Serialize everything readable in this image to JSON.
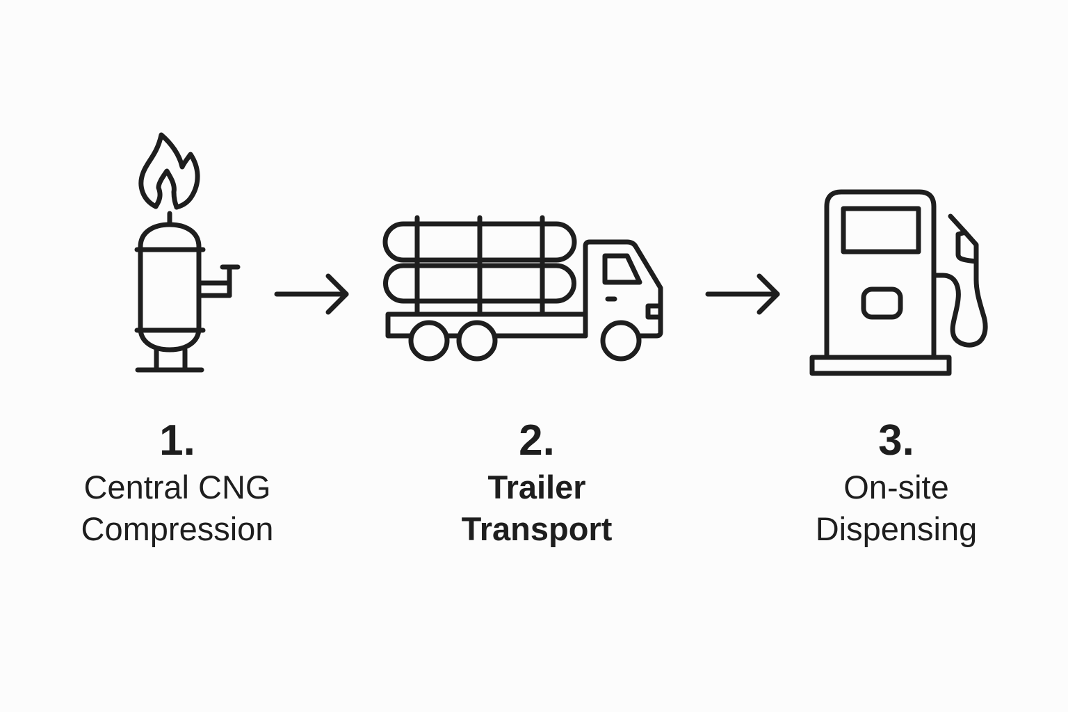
{
  "diagram": {
    "type": "process-flow",
    "direction": "left-to-right",
    "steps": [
      {
        "number": "1.",
        "title_line1": "Central CNG",
        "title_line2": "Compression",
        "icon": "gas-compressor-tank-with-flame-icon"
      },
      {
        "number": "2.",
        "title_line1": "Trailer",
        "title_line2": "Transport",
        "icon": "tube-trailer-truck-icon"
      },
      {
        "number": "3.",
        "title_line1": "On-site",
        "title_line2": "Dispensing",
        "icon": "fuel-dispenser-pump-icon"
      }
    ],
    "connectors": [
      {
        "from": 1,
        "to": 2,
        "icon": "arrow-right-icon"
      },
      {
        "from": 2,
        "to": 3,
        "icon": "arrow-right-icon"
      }
    ],
    "colors": {
      "background": "#fcfcfc",
      "ink": "#1e1e1e"
    }
  }
}
